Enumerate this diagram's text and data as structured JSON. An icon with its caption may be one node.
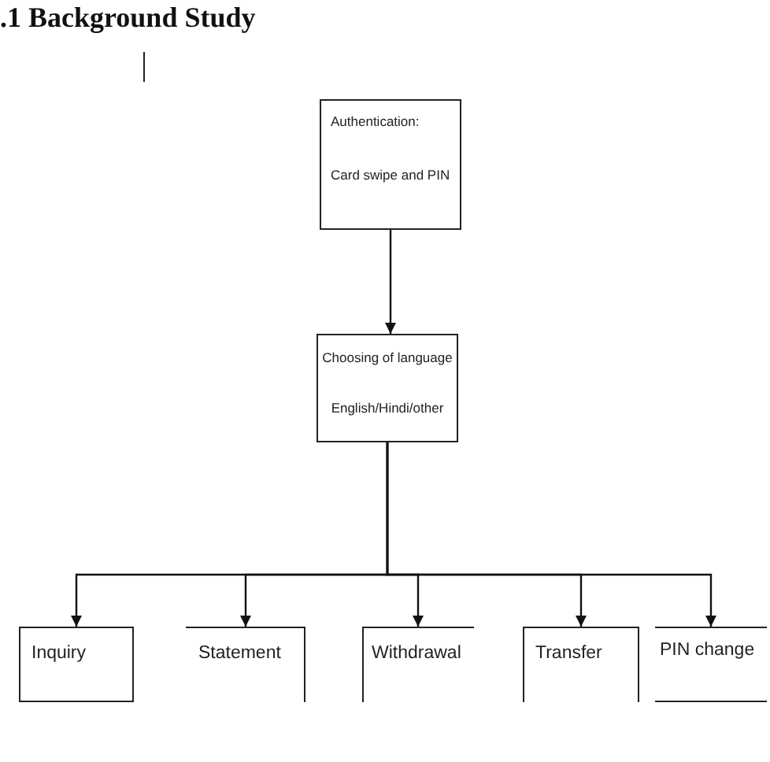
{
  "diagram": {
    "title": ".1 Background Study",
    "nodes": [
      {
        "text": [
          "Authentication:",
          "Card swipe and PIN"
        ]
      },
      {
        "text": [
          "Choosing of language",
          "English/Hindi/other"
        ]
      },
      {
        "text": [
          "Inquiry"
        ]
      },
      {
        "text": [
          "Statement"
        ]
      },
      {
        "text": [
          "Withdrawal"
        ]
      },
      {
        "text": [
          "Transfer"
        ]
      },
      {
        "text": [
          "PIN change"
        ]
      }
    ],
    "edges": [
      {
        "from": 0,
        "to": 1,
        "arrow": "to"
      },
      {
        "from": 1,
        "to": 2,
        "arrow": "to"
      },
      {
        "from": 1,
        "to": 3,
        "arrow": "to"
      },
      {
        "from": 1,
        "to": 4,
        "arrow": "to"
      },
      {
        "from": 1,
        "to": 5,
        "arrow": "to"
      },
      {
        "from": 1,
        "to": 6,
        "arrow": "to"
      }
    ]
  }
}
